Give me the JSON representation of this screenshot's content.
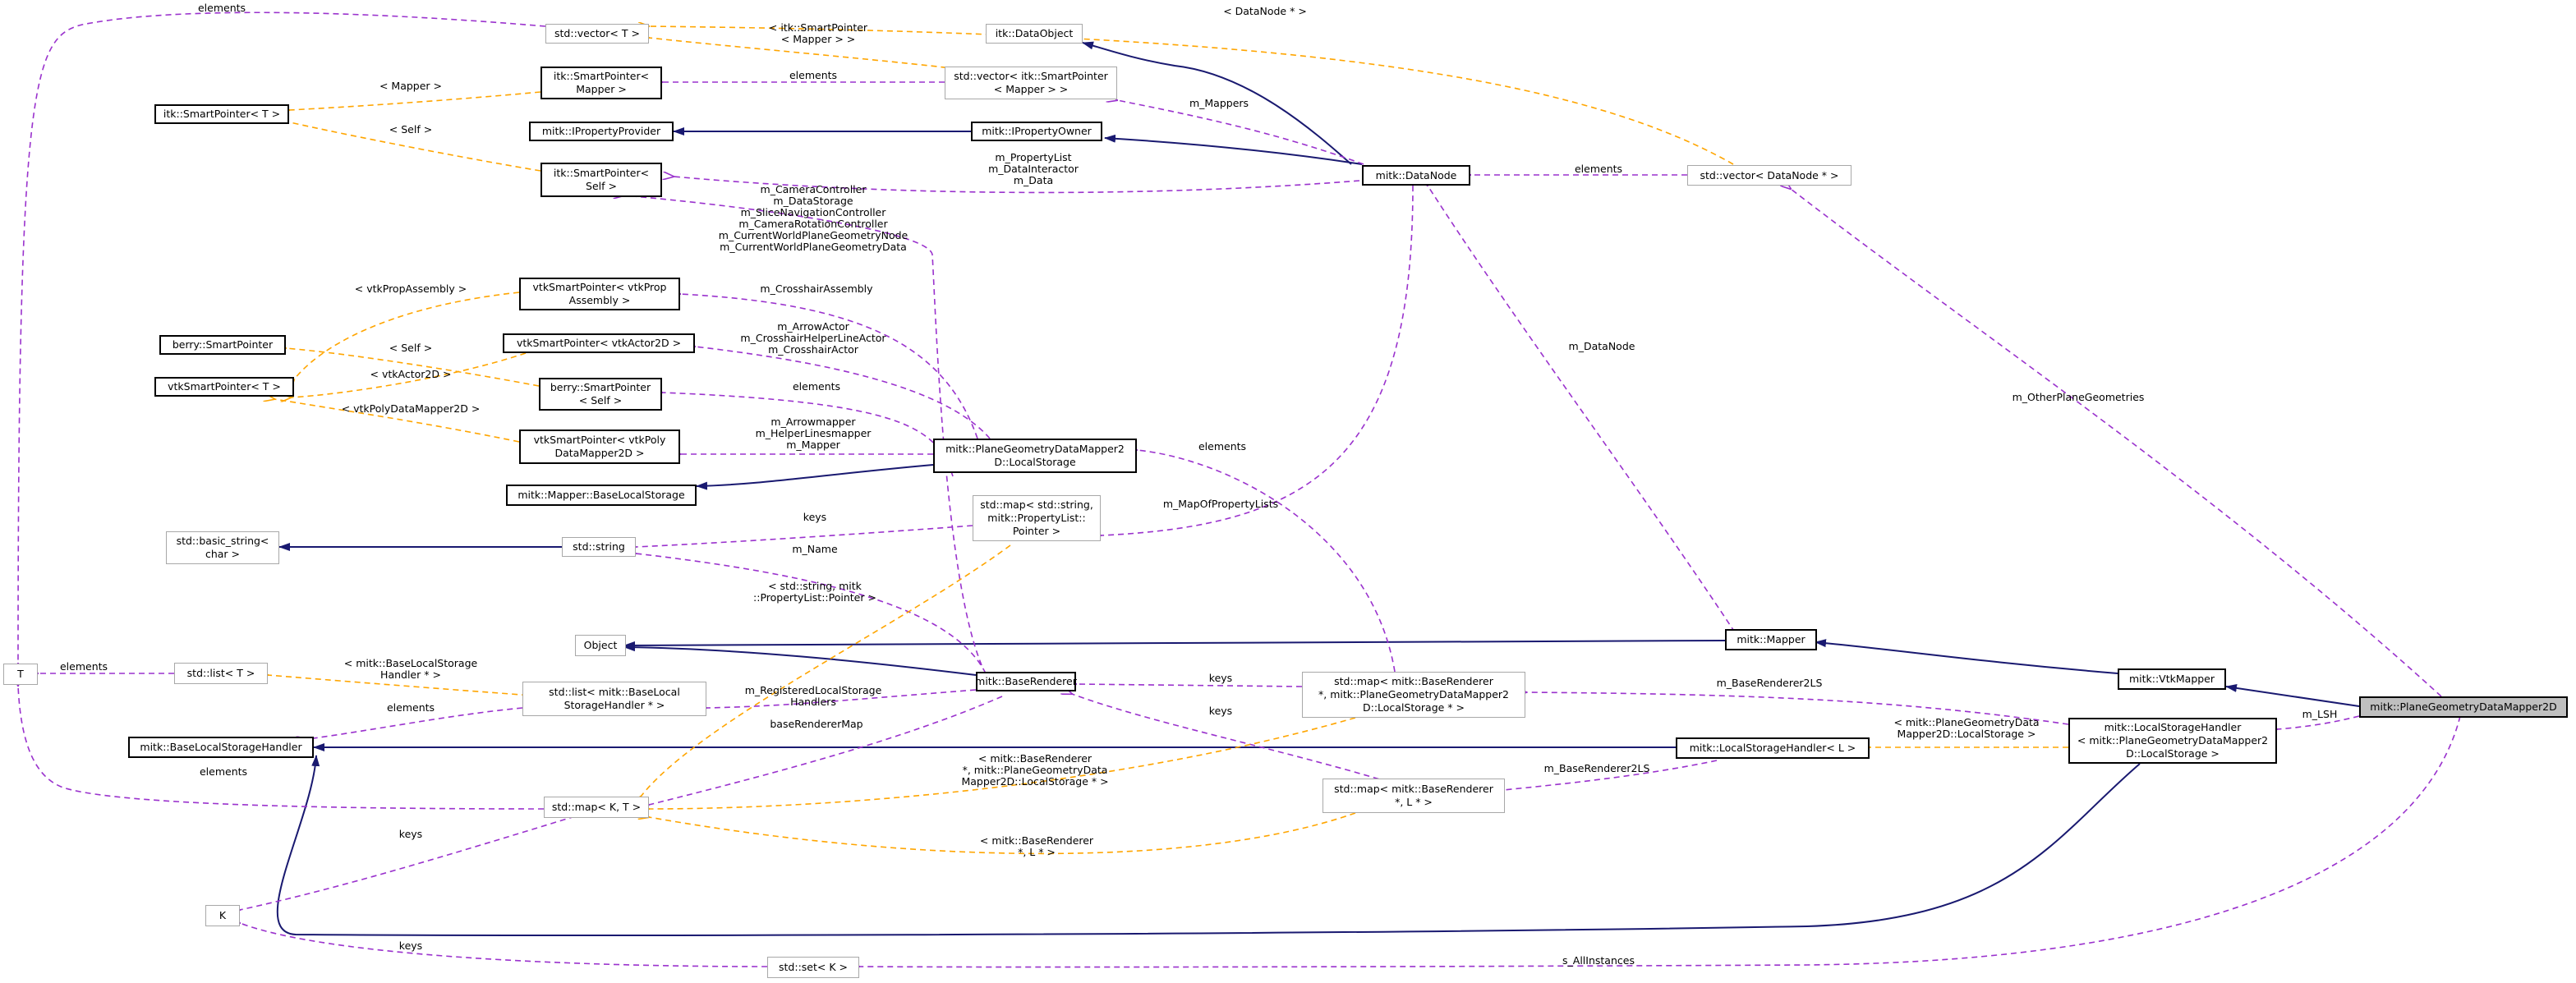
{
  "colors": {
    "inherit": "#191970",
    "usage": "#9a32cd",
    "template": "#ffa500",
    "focus_fill": "#bfbfbf"
  },
  "nodes": {
    "vectorT": "std::vector< T >",
    "itkDataObject": "itk::DataObject",
    "itkSPMapper": "itk::SmartPointer<\nMapper >",
    "vectorSPMapper": "std::vector< itk::SmartPointer\n< Mapper > >",
    "itkSPT": "itk::SmartPointer< T >",
    "mitkIPropertyProvider": "mitk::IPropertyProvider",
    "mitkIPropertyOwner": "mitk::IPropertyOwner",
    "itkSPSelf": "itk::SmartPointer<\nSelf >",
    "mitkDataNode": "mitk::DataNode",
    "vectorDataNode": "std::vector< DataNode * >",
    "vtkSPPropAssembly": "vtkSmartPointer< vtkProp\nAssembly >",
    "berrySP": "berry::SmartPointer",
    "vtkSPActor2D": "vtkSmartPointer< vtkActor2D >",
    "berrySPSelf": "berry::SmartPointer\n< Self >",
    "vtkSPT": "vtkSmartPointer< T >",
    "vtkSPPolyMapper": "vtkSmartPointer< vtkPoly\nDataMapper2D >",
    "localStorage": "mitk::PlaneGeometryDataMapper2\nD::LocalStorage",
    "baseLocalStorage": "mitk::Mapper::BaseLocalStorage",
    "mapStringProp": "std::map< std::string,\nmitk::PropertyList::\nPointer >",
    "basicString": "std::basic_string<\nchar >",
    "stdString": "std::string",
    "object": "Object",
    "mitkMapper": "mitk::Mapper",
    "mitkVtkMapper": "mitk::VtkMapper",
    "focus": "mitk::PlaneGeometryDataMapper2D",
    "T": "T",
    "listT": "std::list< T >",
    "listBLSH": "std::list< mitk::BaseLocal\nStorageHandler * >",
    "baseRenderer": "mitk::BaseRenderer",
    "mapBRLS": "std::map< mitk::BaseRenderer\n*, mitk::PlaneGeometryDataMapper2\nD::LocalStorage * >",
    "baseLSH": "mitk::BaseLocalStorageHandler",
    "lshL": "mitk::LocalStorageHandler< L >",
    "lshPG": "mitk::LocalStorageHandler\n< mitk::PlaneGeometryDataMapper2\nD::LocalStorage >",
    "mapKT": "std::map< K, T >",
    "mapBRL": "std::map< mitk::BaseRenderer\n*, L * >",
    "K": "K",
    "setK": "std::set< K >"
  },
  "edge_labels": {
    "elements_vecT_T": "elements",
    "smartpointer_mapper": "< itk::SmartPointer\n< Mapper > >",
    "datanode_ptr": "< DataNode * >",
    "mapper_tmpl": "< Mapper >",
    "elements_itkMapper": "elements",
    "m_mappers": "m_Mappers",
    "self_tmpl": "< Self >",
    "elements_vecDN": "elements",
    "m_propertylist": "m_PropertyList\nm_DataInteractor\nm_Data",
    "m_controllers": "m_CameraController\nm_DataStorage\nm_SliceNavigationController\nm_CameraRotationController\nm_CurrentWorldPlaneGeometryNode\nm_CurrentWorldPlaneGeometryData",
    "vtkprop_tmpl": "< vtkPropAssembly >",
    "m_crosshair": "m_CrosshairAssembly",
    "berry_self": "< Self >",
    "actors": "m_ArrowActor\nm_CrosshairHelperLineActor\nm_CrosshairActor",
    "vtkactor_tmpl": "< vtkActor2D >",
    "elements_berry": "elements",
    "polymapper_tmpl": "< vtkPolyDataMapper2D >",
    "mappers": "m_Arrowmapper\nm_HelperLinesmapper\nm_Mapper",
    "m_datanode": "m_DataNode",
    "m_otherplane": "m_OtherPlaneGeometries",
    "elements_ls": "elements",
    "keys_string": "keys",
    "m_mapofprop": "m_MapOfPropertyLists",
    "m_name": "m_Name",
    "string_prop_tmpl": "< std::string, mitk\n::PropertyList::Pointer >",
    "elements_listT": "elements",
    "blsh_tmpl": "< mitk::BaseLocalStorage\nHandler * >",
    "m_registered": "m_RegisteredLocalStorage\nHandlers",
    "keys_br": "keys",
    "m_baserenderer2ls": "m_BaseRenderer2LS",
    "elements_blsh": "elements",
    "m_lsh": "m_LSH",
    "pg_ls_tmpl": "< mitk::PlaneGeometryData\nMapper2D::LocalStorage >",
    "baserenderermap": "baseRendererMap",
    "br_pg_tmpl": "< mitk::BaseRenderer\n*, mitk::PlaneGeometryData\nMapper2D::LocalStorage * >",
    "keys_br2": "keys",
    "m_br2ls_L": "m_BaseRenderer2LS",
    "elements_mapKT": "elements",
    "keys_K": "keys",
    "br_L_tmpl": "< mitk::BaseRenderer\n*, L * >",
    "keys_setK": "keys",
    "s_allinstances": "s_AllInstances"
  }
}
